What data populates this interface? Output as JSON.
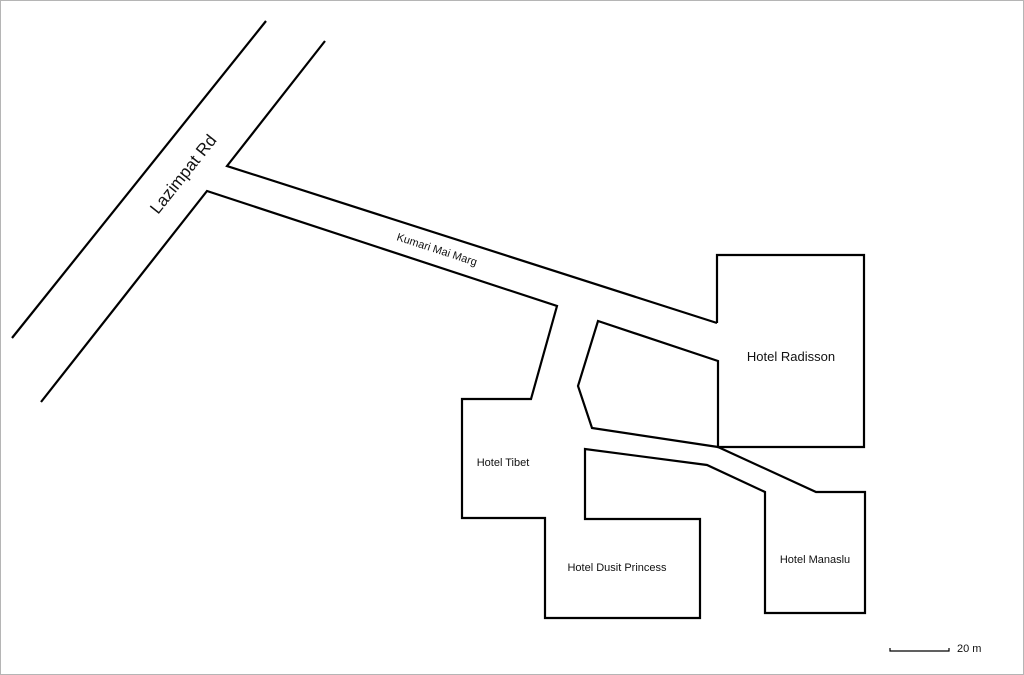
{
  "map": {
    "roads": [
      {
        "id": "lazimpat",
        "name": "Lazimpat Rd"
      },
      {
        "id": "kumari",
        "name": "Kumari Mai Marg"
      }
    ],
    "buildings": [
      {
        "id": "radisson",
        "name": "Hotel Radisson"
      },
      {
        "id": "tibet",
        "name": "Hotel Tibet"
      },
      {
        "id": "dusit",
        "name": "Hotel Dusit Princess"
      },
      {
        "id": "manaslu",
        "name": "Hotel Manaslu"
      }
    ],
    "scale_bar": {
      "label": "20 m"
    },
    "colors": {
      "line": "#000000",
      "background": "#ffffff",
      "frame": "#b5b5b5"
    }
  }
}
